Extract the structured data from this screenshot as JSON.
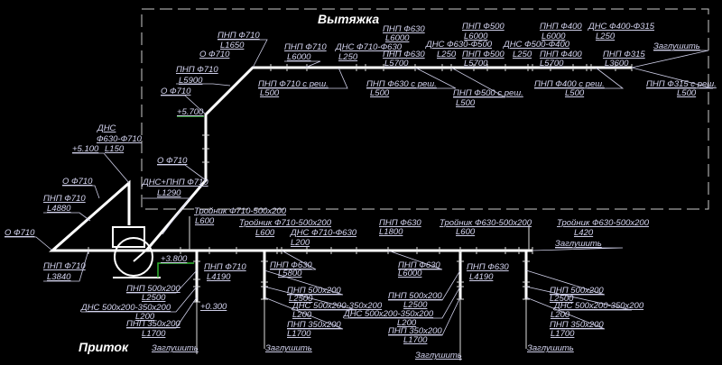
{
  "titles": {
    "exhaust": "Вытяжка",
    "supply": "Приток"
  },
  "colors": {
    "background": "#000000",
    "pipe": "#ffffff",
    "label": "#d6d6f2",
    "elevation_line": "#2fb52f"
  },
  "labels": [
    "ПНП Ф710",
    "L1650",
    "О Ф710",
    "ПНП Ф710",
    "L5900",
    "О Ф710",
    "+5.700",
    "ПНП Ф710",
    "L6000",
    "ДНС Ф710-Ф630",
    "L250",
    "ПНП Ф630",
    "L6000",
    "ПНП Ф630",
    "L5700",
    "ПНП Ф710 с реш.",
    "L500",
    "ПНП Ф630 с реш.",
    "L500",
    "ДНС Ф630-Ф500",
    "L250",
    "ПНП Ф500",
    "L6000",
    "ПНП Ф500",
    "L5700",
    "ДНС Ф500-Ф400",
    "L250",
    "ПНП Ф400",
    "L6000",
    "ПНП Ф400",
    "L5700",
    "ДНС Ф400-Ф315",
    "L250",
    "ПНП Ф315",
    "L3600",
    "Заглушить",
    "ПНП Ф500 с реш.",
    "L500",
    "ПНП Ф400 с реш.",
    "L500",
    "ПНП Ф315 с реш.",
    "L500",
    "ДНС",
    "Ф630-Ф710",
    "L150",
    "+5.100",
    "О Ф710",
    "ПНП Ф710",
    "L4880",
    "О Ф710",
    "О Ф710",
    "ДНС+ПНП Ф710",
    "L1290",
    "Тройник Ф710-500x200",
    "L600",
    "Тройник Ф710-500x200",
    "L600",
    "ДНС Ф710-Ф630",
    "L200",
    "ПНП Ф630",
    "L1800",
    "Тройник Ф630-500x200",
    "L600",
    "Тройник Ф630-500x200",
    "L420",
    "Заглушить",
    "ПНП Ф710",
    "L3840",
    "+3.800",
    "ПНП Ф710",
    "L4190",
    "ПНП Ф630",
    "L5800",
    "ПНП Ф630",
    "L6000",
    "ПНП Ф630",
    "L4190",
    "ПНП 500x200",
    "L2500",
    "ДНС 500x200-350x200",
    "L200",
    "ПНП 350x200",
    "L1700",
    "+0.300",
    "Заглушить",
    "ПНП 500x200",
    "L2500",
    "ДНС 500x200-350x200",
    "L200",
    "ПНП 350x200",
    "L1700",
    "Заглушить",
    "ПНП 500x200",
    "L2500",
    "ДНС 500x200-350x200",
    "L200",
    "ПНП 350x200",
    "L1700",
    "Заглушить",
    "ПНП 500x200",
    "L2500",
    "ДНС 500x200-350x200",
    "L200",
    "ПНП 350x200",
    "L1700",
    "Заглушить"
  ]
}
